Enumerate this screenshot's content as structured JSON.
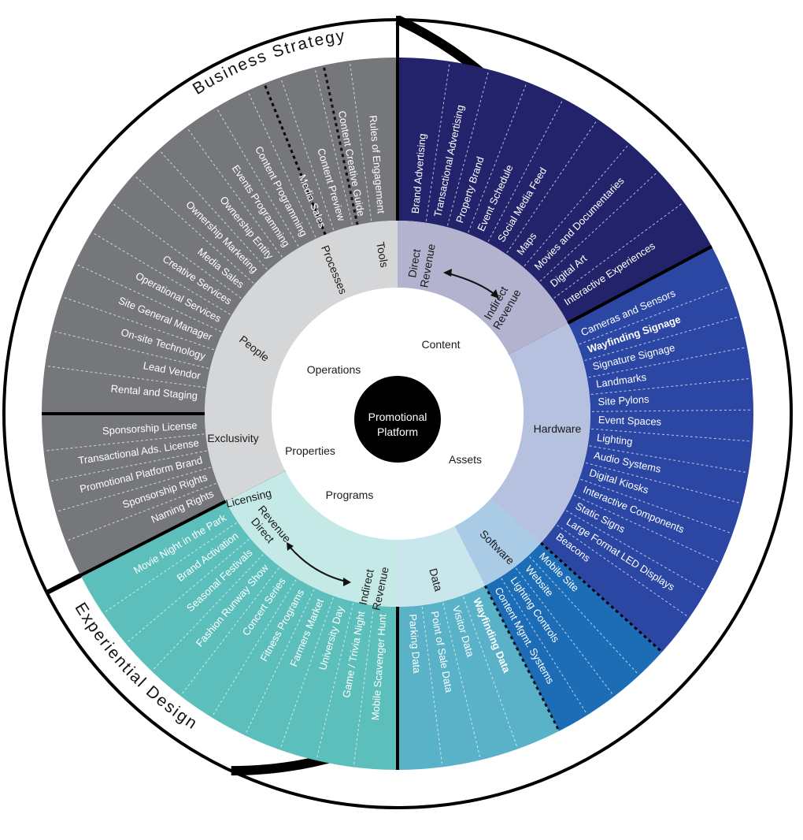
{
  "outer_ring": {
    "business_strategy": "Business Strategy",
    "experiential_design": "Experiential Design"
  },
  "center": {
    "line1": "Promotional",
    "line2": "Platform"
  },
  "inner": {
    "operations": "Operations",
    "content": "Content",
    "assets": "Assets",
    "programs": "Programs",
    "properties": "Properties"
  },
  "middle": {
    "people": "People",
    "processes": "Processes",
    "tools": "Tools",
    "content_direct_l1": "Direct",
    "content_direct_l2": "Revenue",
    "content_indirect_l1": "Indirect",
    "content_indirect_l2": "Revenue",
    "hardware": "Hardware",
    "software": "Software",
    "data": "Data",
    "programs_direct_l1": "Direct",
    "programs_direct_l2": "Revenue",
    "programs_indirect_l1": "Indirect",
    "programs_indirect_l2": "Revenue",
    "licensing": "Licensing",
    "exclusivity": "Exclusivity"
  },
  "colors": {
    "operations": "#75777b",
    "content": "#23236b",
    "hardware": "#2b46a3",
    "software": "#1c6db6",
    "data": "#5ab2c8",
    "programs": "#5dbfbb",
    "properties": "#75777b",
    "mid_operations": "#d5d6d8",
    "mid_content": "#b3b3cf",
    "mid_hardware": "#b6c1e0",
    "mid_software": "#a9cbe6",
    "mid_data": "#c8e6ec",
    "mid_programs": "#c5e9e7",
    "mid_properties": "#d5d6d8"
  },
  "operations_items": [
    "Rental and Staging",
    "Lead Vendor",
    "On-site Technology",
    "Site General Manager",
    "Operational Services",
    "Creative Services",
    "Media Sales",
    "Ownership Marketing",
    "Ownership Entity",
    "Events Programming",
    "Content Programming",
    "Media Sales",
    "Content Preview",
    "Content Creative Guide",
    "Rules of Engagement"
  ],
  "content_items": [
    "Brand Advertising",
    "Transactional Advertising",
    "Property Brand",
    "Event Schedule",
    "Social Media Feed",
    "Maps",
    "Movies and Documentaries",
    "Digital Art",
    "Interactive Experiences"
  ],
  "hardware_items": [
    "Cameras and Sensors",
    "Wayfinding Signage",
    "Signature Signage",
    "Landmarks",
    "Site Pylons",
    "Event Spaces",
    "Lighting",
    "Audio Systems",
    "Digital Kiosks",
    "Interactive Components",
    "Static Signs",
    "Large Format LED Displays",
    "Beacons"
  ],
  "software_items": [
    "Mobile Site",
    "Website",
    "Lighting Controls",
    "Content Mgmt. Systems"
  ],
  "data_items": [
    "Parking Data",
    "Point of Sale Data",
    "Visitor Data",
    "Wayfinding Data"
  ],
  "programs_items": [
    "Mobile Scavenger Hunt",
    "Game / Trivia Night",
    "University Day",
    "Farmers Market",
    "Fitness Programs",
    "Concert Series",
    "Fashion Runway Show",
    "Seasonal Festivals",
    "Brand Activation",
    "Movie Night in the Park"
  ],
  "properties_items": [
    "Sponsorship License",
    "Transactional Ads. License",
    "Promotional Platform Brand",
    "Sponsorship Rights",
    "Naming Rights"
  ]
}
